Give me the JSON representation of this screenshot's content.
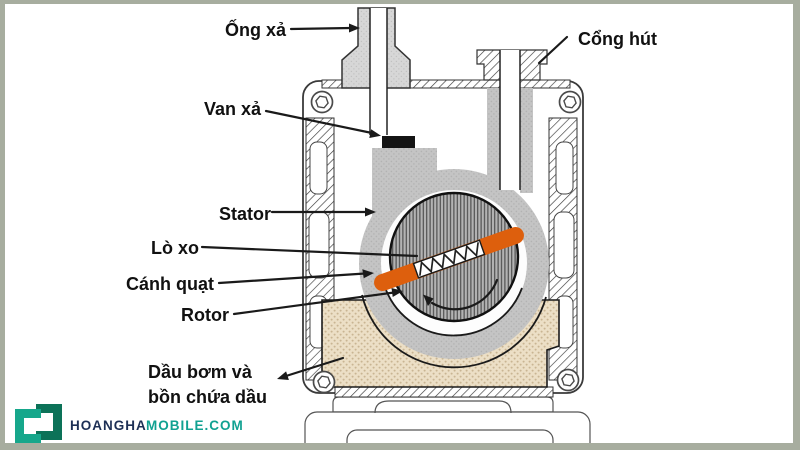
{
  "frame": {
    "border_color": "#a7ad9f",
    "background": "#ffffff"
  },
  "diagram": {
    "title_implicit": "Rotary vane pump cross-section",
    "labels": {
      "exhaust_pipe": "Ống xả",
      "suction_port": "Cổng hút",
      "exhaust_valve": "Van xả",
      "stator": "Stator",
      "spring": "Lò xo",
      "vane": "Cánh quạt",
      "rotor": "Rotor",
      "oil_line1": "Dầu bơm và",
      "oil_line2": "bồn chứa dầu"
    },
    "colors": {
      "vane_orange": "#dd5f0d",
      "oil_tan": "#ecdfc6",
      "stator_gray": "#c4c4c4",
      "valve_black": "#141414"
    }
  },
  "logo": {
    "text_primary": "HOANGHA",
    "text_secondary": "MOBILE.COM",
    "color_primary": "#1d2f55",
    "color_secondary": "#10a191",
    "icon_teal": "#16a78b",
    "icon_dark": "#0c7258"
  }
}
